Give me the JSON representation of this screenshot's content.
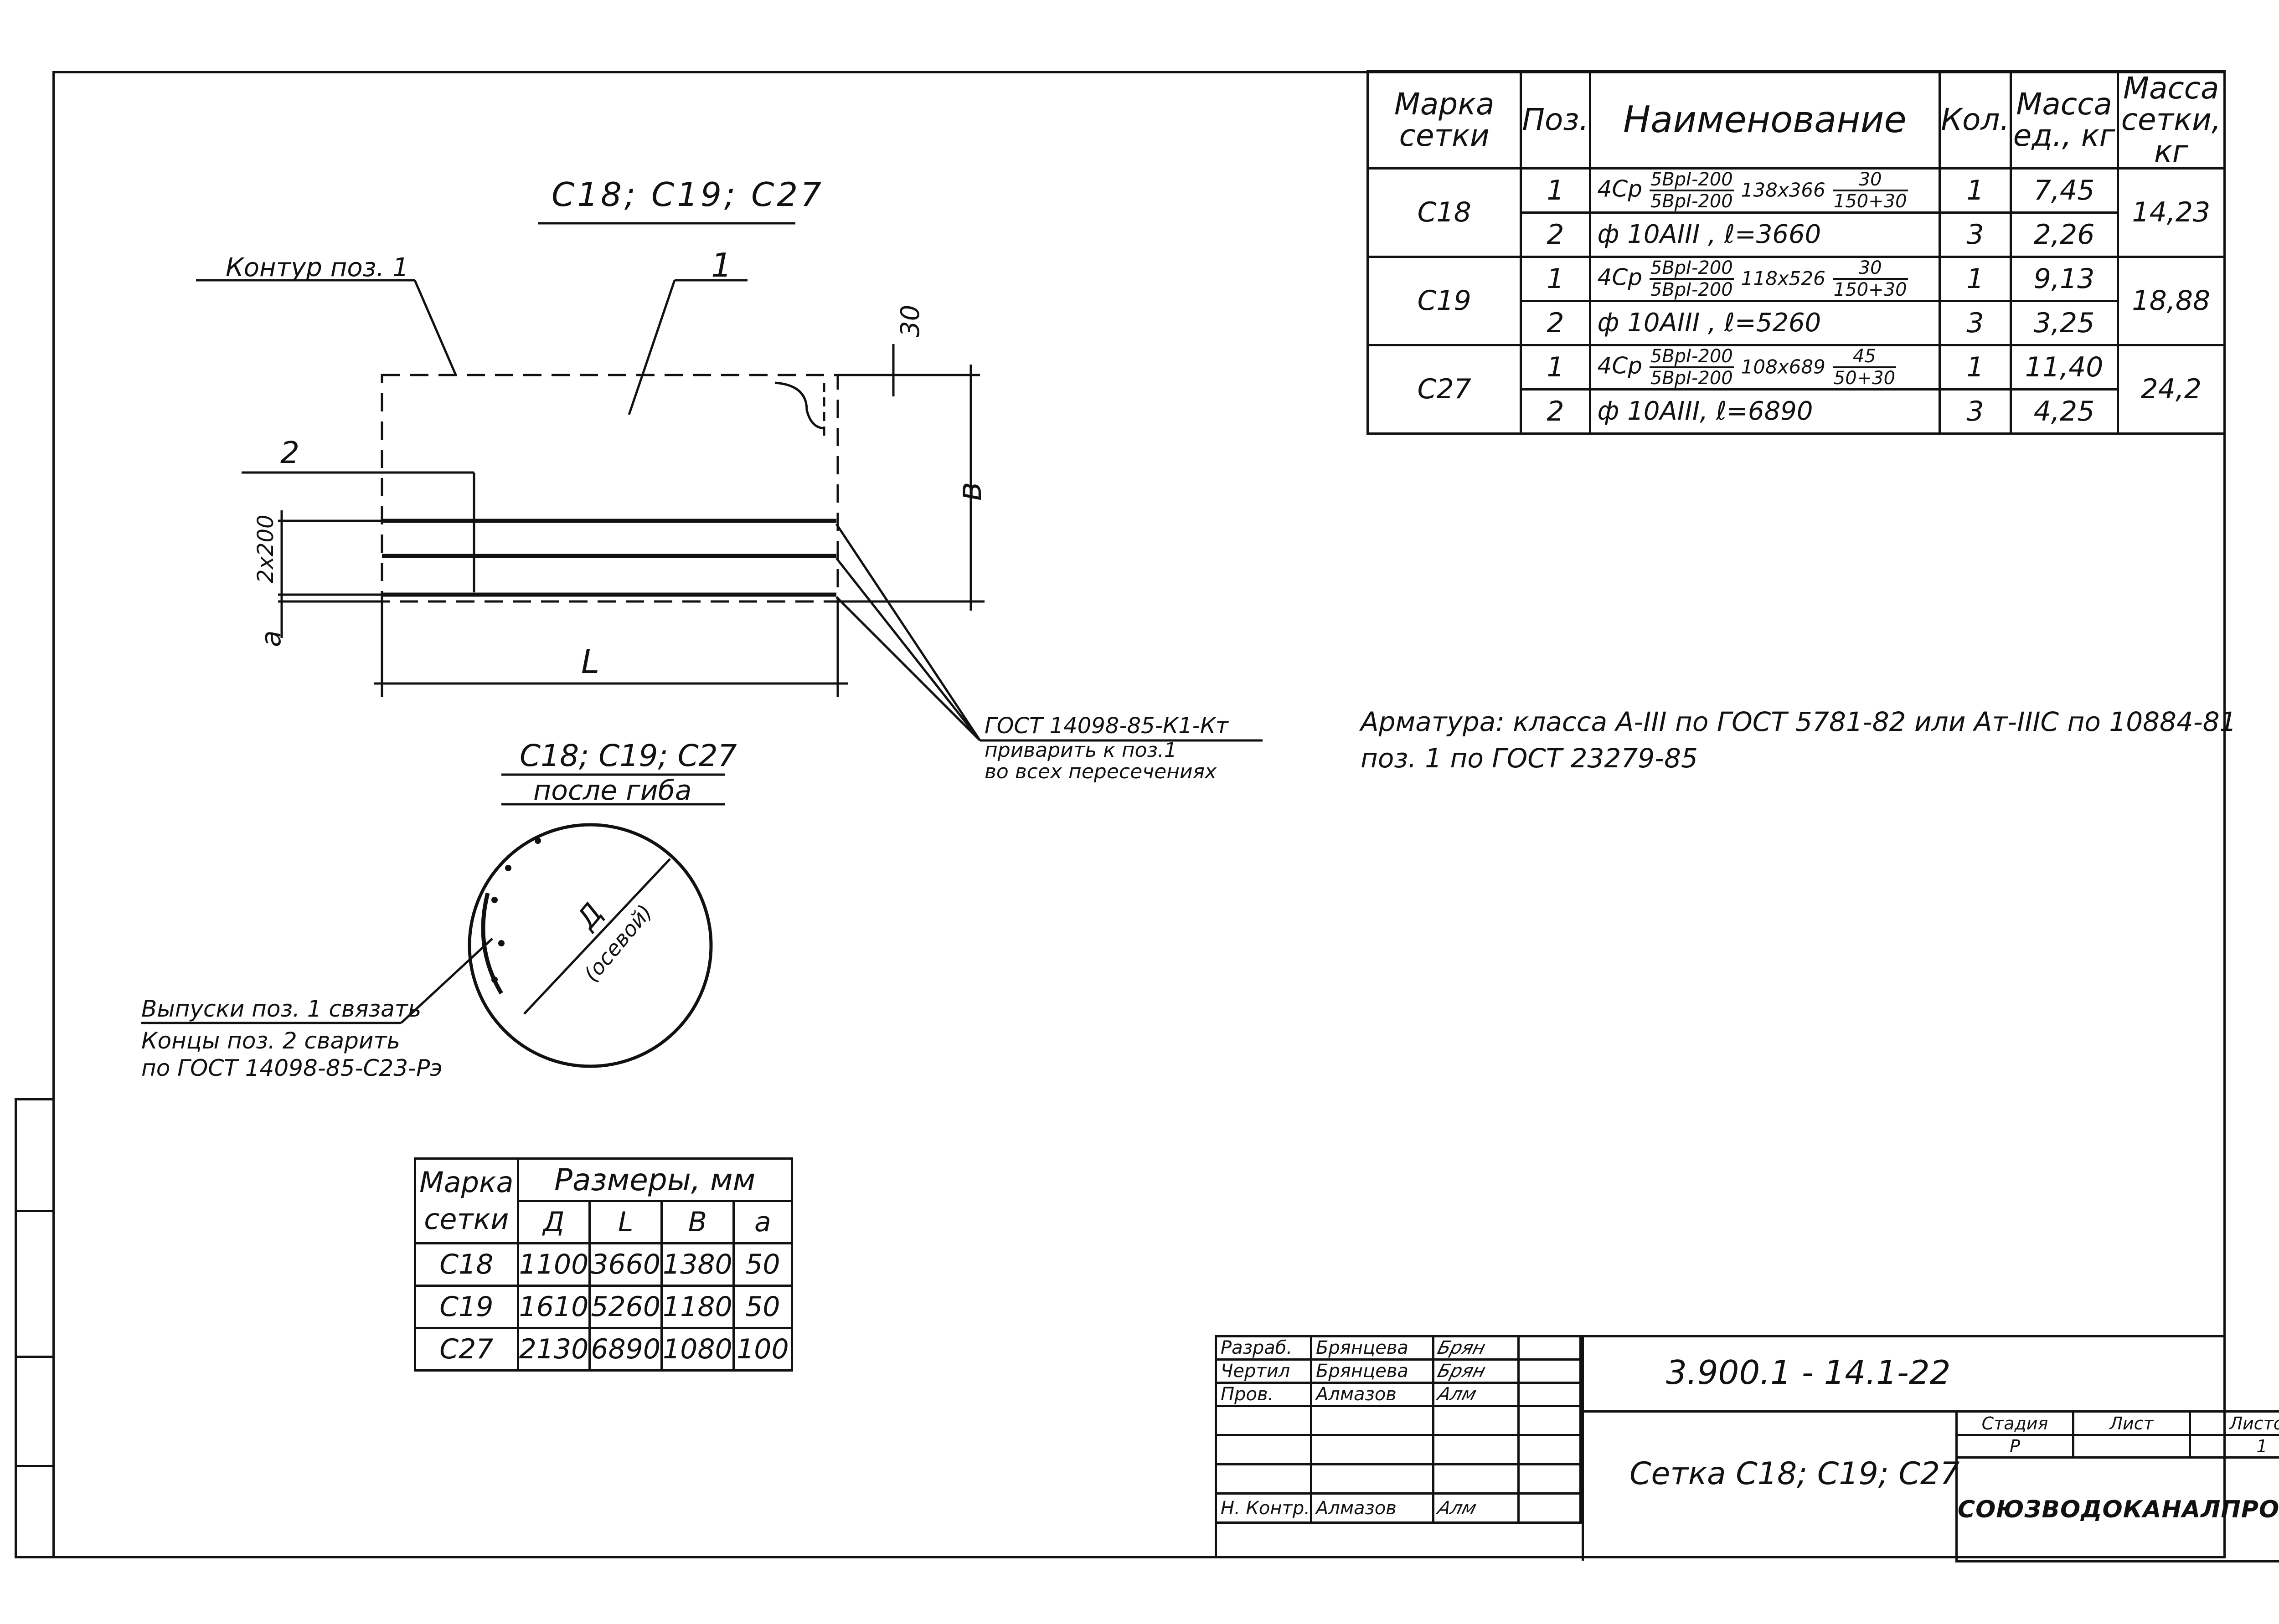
{
  "spec_table": {
    "headers": [
      "Марка сетки",
      "Поз.",
      "Наименование",
      "Кол.",
      "Масса ед., кг",
      "Масса сетки, кг"
    ],
    "rows": [
      {
        "mark": "С18",
        "total": "14,23",
        "items": [
          {
            "pos": "1",
            "prefix": "4Ср",
            "num": "5ВрI-200",
            "den": "5ВрI-200",
            "size": "138х366",
            "out_num": "30",
            "out_den": "150+30",
            "qty": "1",
            "mass": "7,45"
          },
          {
            "pos": "2",
            "text": "ф 10АIII ,   ℓ=3660",
            "qty": "3",
            "mass": "2,26"
          }
        ]
      },
      {
        "mark": "С19",
        "total": "18,88",
        "items": [
          {
            "pos": "1",
            "prefix": "4Ср",
            "num": "5ВрI-200",
            "den": "5ВрI-200",
            "size": "118х526",
            "out_num": "30",
            "out_den": "150+30",
            "qty": "1",
            "mass": "9,13"
          },
          {
            "pos": "2",
            "text": "ф 10АIII ,   ℓ=5260",
            "qty": "3",
            "mass": "3,25"
          }
        ]
      },
      {
        "mark": "С27",
        "total": "24,2",
        "items": [
          {
            "pos": "1",
            "prefix": "4Ср",
            "num": "5ВрI-200",
            "den": "5ВрI-200",
            "size": "108х689",
            "out_num": "45",
            "out_den": "50+30",
            "qty": "1",
            "mass": "11,40"
          },
          {
            "pos": "2",
            "text": "ф 10АIII,  ℓ=6890",
            "qty": "3",
            "mass": "4,25"
          }
        ]
      }
    ]
  },
  "drawing": {
    "view_title": "С18;  С19;  С27",
    "contour_label": "Контур поз. 1",
    "pos1_label": "1",
    "pos2_label": "2",
    "dim_30": "30",
    "dim_b": "в",
    "dim_2x200": "2х200",
    "dim_a": "а",
    "dim_L": "L",
    "weld_note_1": "ГОСТ 14098-85-К1-Кт",
    "weld_note_2": "приварить к поз.1",
    "weld_note_3": "во всех пересечениях",
    "bent_title": "С18; С19; С27",
    "bent_subtitle": "после гиба",
    "diameter_label": "Д",
    "diameter_sub": "(осевой)",
    "tie_note_1": "Выпуски поз. 1 связать",
    "tie_note_2": "Концы поз. 2 сварить",
    "tie_note_3": "по ГОСТ 14098-85-С23-Рэ"
  },
  "notes": {
    "line1": "Арматура: класса А-III по ГОСТ 5781-82 или Ат-IIIС по 10884-81",
    "line2": "поз. 1  по  ГОСТ 23279-85"
  },
  "dims_table": {
    "header_mark": "Марка сетки",
    "header_sizes": "Размеры, мм",
    "columns": [
      "Д",
      "L",
      "В",
      "а"
    ],
    "rows": [
      {
        "mark": "С18",
        "values": [
          "1100",
          "3660",
          "1380",
          "50"
        ]
      },
      {
        "mark": "С19",
        "values": [
          "1610",
          "5260",
          "1180",
          "50"
        ]
      },
      {
        "mark": "С27",
        "values": [
          "2130",
          "6890",
          "1080",
          "100"
        ]
      }
    ]
  },
  "title_block": {
    "roles": [
      {
        "role": "Разраб.",
        "name": "Брянцева",
        "sign": "Брян"
      },
      {
        "role": "Чертил",
        "name": "Брянцева",
        "sign": "Брян"
      },
      {
        "role": "Пров.",
        "name": "Алмазов",
        "sign": "Алм"
      },
      {
        "role": "",
        "name": "",
        "sign": ""
      },
      {
        "role": "",
        "name": "",
        "sign": ""
      },
      {
        "role": "",
        "name": "",
        "sign": ""
      },
      {
        "role": "Н. Контр.",
        "name": "Алмазов",
        "sign": "Алм"
      }
    ],
    "doc_number": "3.900.1 - 14.1-22",
    "doc_title": "Сетка С18; С19; С27",
    "stage_label": "Стадия",
    "sheet_label": "Лист",
    "sheets_label": "Листов",
    "stage": "Р",
    "sheets": "1",
    "organization": "СОЮЗВОДОКАНАЛПРОЕКТ"
  }
}
